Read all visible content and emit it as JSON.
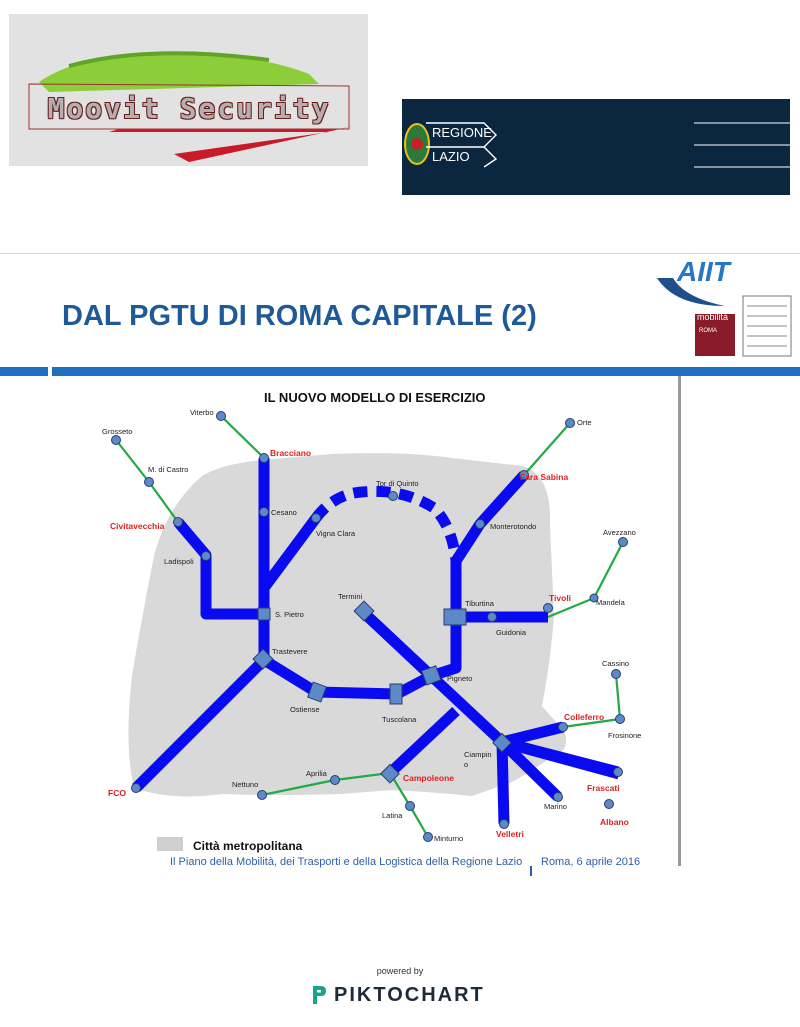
{
  "header": {
    "moovit_logo_text": "Moovit Security",
    "lazio_logo_line1": "REGIONE",
    "lazio_logo_line2": "LAZIO",
    "aiit_logo_text": "AIIT",
    "mobilita_logo_line1": "mobilità",
    "mobilita_logo_line2": "ROMA"
  },
  "slide": {
    "title": "DAL PGTU DI ROMA CAPITALE (2)"
  },
  "map": {
    "title": "IL NUOVO MODELLO DI ESERCIZIO",
    "legend": "Città metropolitana",
    "colors": {
      "main_line": "#0a0af0",
      "branch_line": "#22aa44",
      "area": "#d9d9d9",
      "node": "#5b8ac6",
      "red_label": "#e02020"
    },
    "labels": {
      "grosseto": "Grosseto",
      "viterbo": "Viterbo",
      "bracciano": "Bracciano",
      "m_di_castro": "M. di Castro",
      "civitavecchia": "Civitavecchia",
      "ladispoli": "Ladispoli",
      "cesano": "Cesano",
      "vigna_clara": "Vigna Clara",
      "tor_di_quinto": "Tor di Quinto",
      "orte": "Orte",
      "fara_sabina": "Fara Sabina",
      "monterotondo": "Monterotondo",
      "avezzano": "Avezzano",
      "tivoli": "Tivoli",
      "mandela": "Mandela",
      "s_pietro": "S. Pietro",
      "termini": "Termini",
      "tiburtina": "Tiburtina",
      "guidonia": "Guidonia",
      "trastevere": "Trastevere",
      "pigneto": "Pigneto",
      "ostiense": "Ostiense",
      "tuscolana": "Tuscolana",
      "cassino": "Cassino",
      "colleferro": "Colleferro",
      "frosinone": "Frosinone",
      "ciampino_1": "Ciampin",
      "ciampino_2": "o",
      "fco": "FCO",
      "aprilia": "Aprilia",
      "nettuno": "Nettuno",
      "campoleone": "Campoleone",
      "frascati": "Frascati",
      "latina": "Latina",
      "marino": "Marino",
      "albano": "Albano",
      "velletri": "Velletri",
      "minturno": "Minturno"
    }
  },
  "footer": {
    "source": "Il Piano della Mobilità, dei Trasporti e della Logistica della Regione Lazio",
    "date": "Roma, 6 aprile 2016",
    "powered_by": "powered by",
    "brand": "PIKTOCHART"
  }
}
